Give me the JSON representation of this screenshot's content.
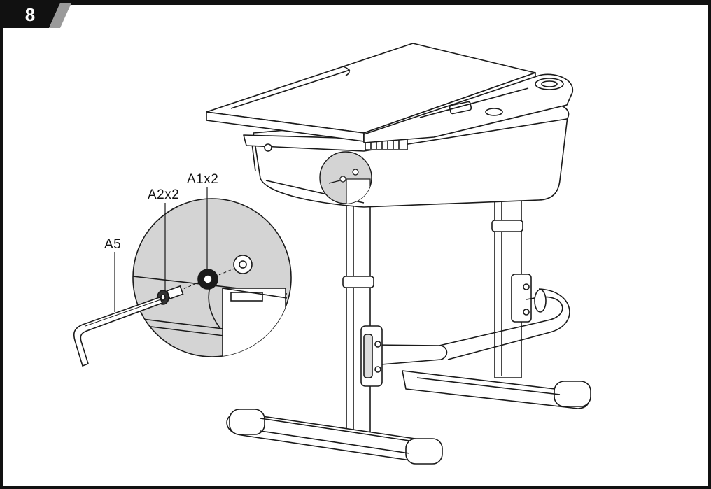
{
  "step": {
    "number": "8"
  },
  "callouts": {
    "bolt_washer": "A1x2",
    "bolt": "A2x2",
    "hex_key": "A5"
  },
  "colors": {
    "header": "#111111",
    "accent_stripe": "#9a9a9a",
    "zoom_fill": "#d4d4d4",
    "line": "#1a1a1a"
  }
}
